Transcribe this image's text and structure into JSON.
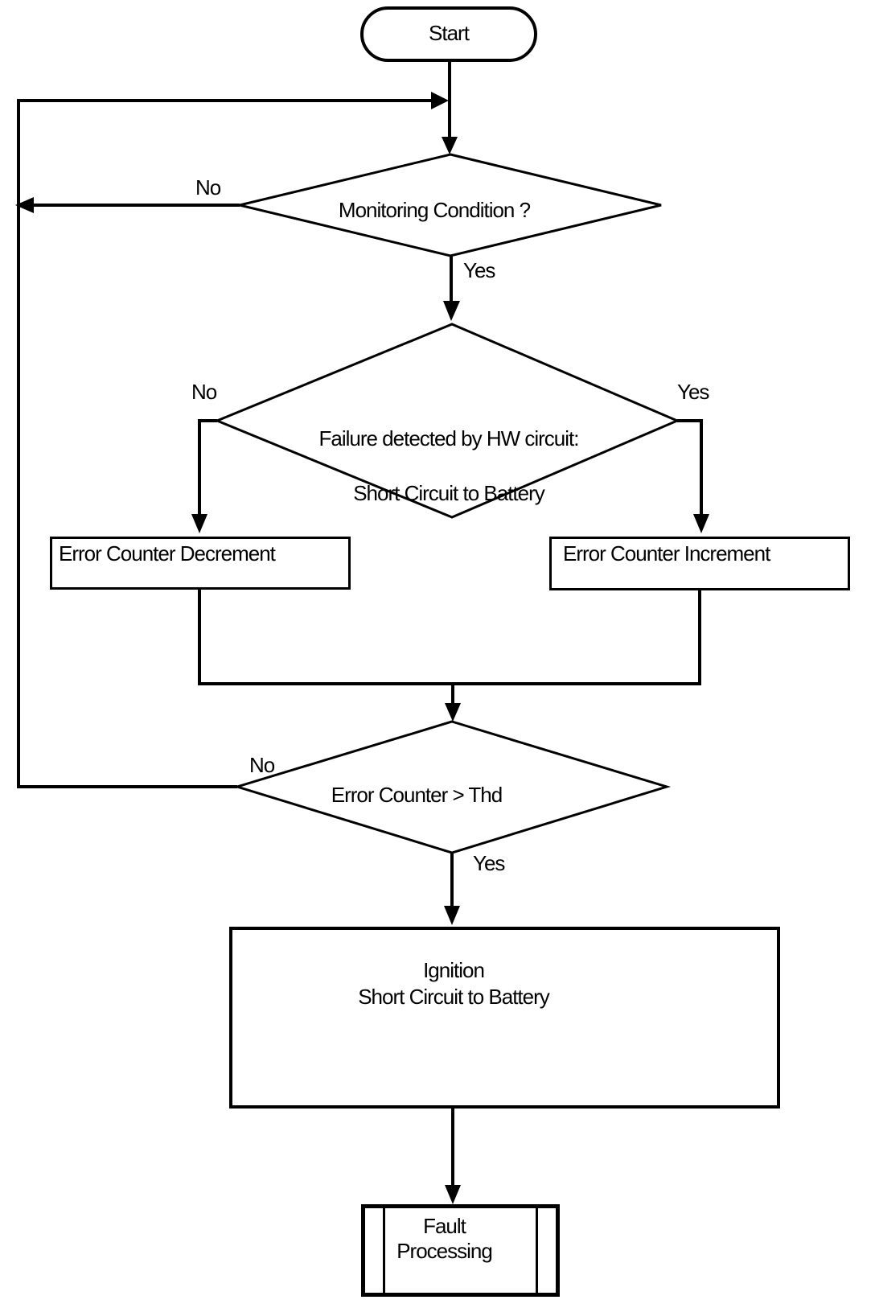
{
  "diagram_title": "Short Circuit to Battery monitoring flowchart",
  "nodes": {
    "start": "Start",
    "monitoring": {
      "label": "Monitoring Condition ?",
      "no": "No",
      "yes": "Yes"
    },
    "failure": {
      "line1": "Failure detected by HW circuit:",
      "line2": "Short Circuit to Battery",
      "no": "No",
      "yes": "Yes"
    },
    "decrement": "Error Counter Decrement",
    "increment": "Error Counter Increment",
    "threshold": {
      "label": "Error Counter >  Thd",
      "no": "No",
      "yes": "Yes"
    },
    "ignition": {
      "line1": "Ignition",
      "line2": "Short Circuit to Battery"
    },
    "fault": {
      "line1": "Fault",
      "line2": "Processing"
    }
  },
  "colors": {
    "line": "#000000",
    "background": "#ffffff",
    "text": "#000000"
  }
}
